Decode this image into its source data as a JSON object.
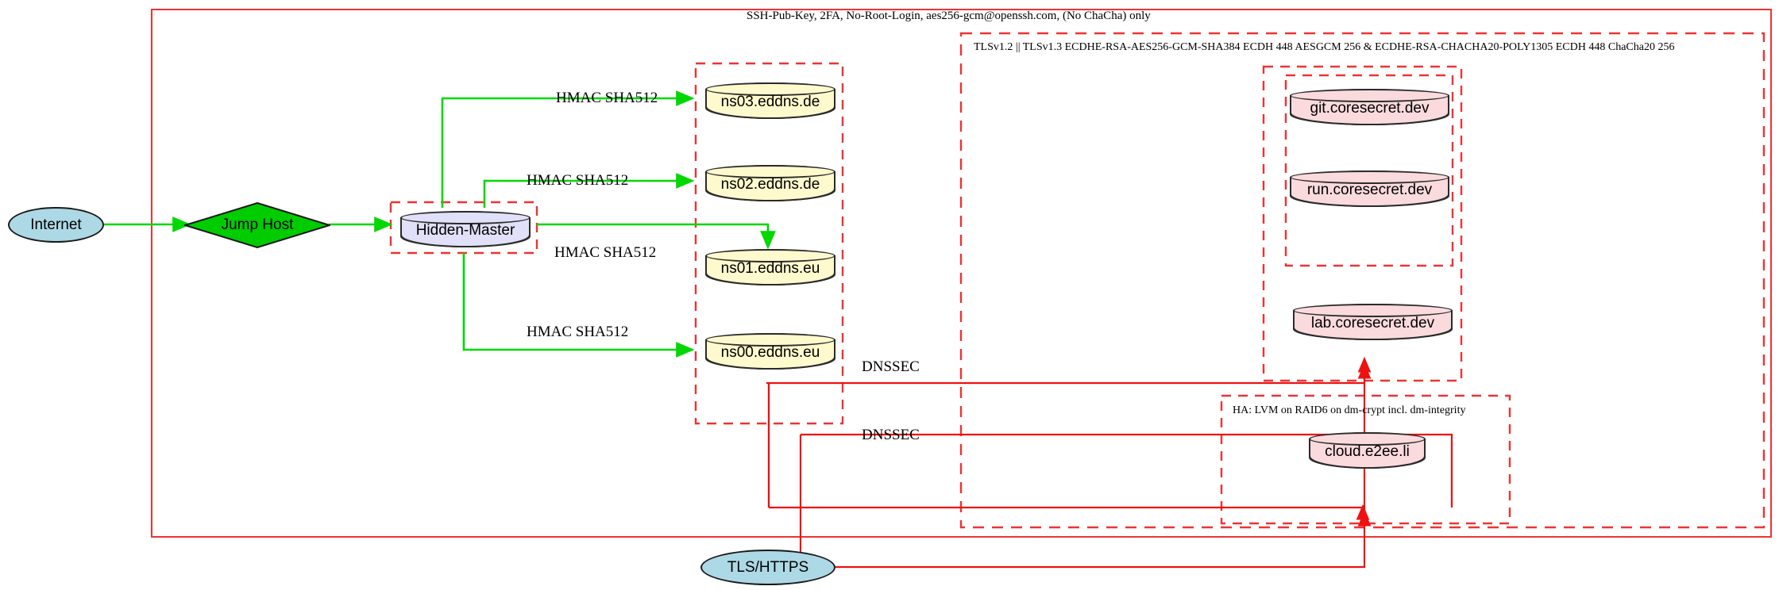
{
  "diagram": {
    "title_label": "SSH-Pub-Key, 2FA, No-Root-Login, aes256-gcm@openssh.com, (No ChaCha) only",
    "colors": {
      "cluster_border": "#ee3333",
      "edge_green": "#00d800",
      "edge_red": "#ee1111",
      "node_blue": "#add8e6",
      "node_green": "#00cc00",
      "node_yellow": "#fffacd",
      "node_pink": "#fadadd",
      "node_lavender": "#e0e0f8",
      "stroke": "#2b2b2b"
    }
  },
  "clusters": {
    "outer_ssh": {
      "label": "SSH-Pub-Key, 2FA, No-Root-Login, aes256-gcm@openssh.com, (No ChaCha) only"
    },
    "tls": {
      "label": "TLSv1.2 || TLSv1.3 ECDHE-RSA-AES256-GCM-SHA384 ECDH 448 AESGCM 256 & ECDHE-RSA-CHACHA20-POLY1305 ECDH 448 ChaCha20 256"
    },
    "ha": {
      "label": "HA: LVM on RAID6 on dm-crypt incl. dm-integrity"
    },
    "hidden_master_box": {
      "label": ""
    },
    "nameservers_box": {
      "label": ""
    },
    "coresecret_box": {
      "label": ""
    },
    "coresecret_inner_box": {
      "label": ""
    },
    "cloud_box": {
      "label": ""
    }
  },
  "nodes": {
    "internet": {
      "label": "Internet",
      "shape": "ellipse",
      "fill": "#add8e6"
    },
    "jump_host": {
      "label": "Jump Host",
      "shape": "diamond",
      "fill": "#00cc00"
    },
    "hidden_master": {
      "label": "Hidden-Master",
      "shape": "cylinder",
      "fill": "#e0e0f8"
    },
    "ns03": {
      "label": "ns03.eddns.de",
      "shape": "cylinder",
      "fill": "#fffacd"
    },
    "ns02": {
      "label": "ns02.eddns.de",
      "shape": "cylinder",
      "fill": "#fffacd"
    },
    "ns01": {
      "label": "ns01.eddns.eu",
      "shape": "cylinder",
      "fill": "#fffacd"
    },
    "ns00": {
      "label": "ns00.eddns.eu",
      "shape": "cylinder",
      "fill": "#fffacd"
    },
    "git": {
      "label": "git.coresecret.dev",
      "shape": "cylinder",
      "fill": "#fadadd"
    },
    "run": {
      "label": "run.coresecret.dev",
      "shape": "cylinder",
      "fill": "#fadadd"
    },
    "lab": {
      "label": "lab.coresecret.dev",
      "shape": "cylinder",
      "fill": "#fadadd"
    },
    "cloud": {
      "label": "cloud.e2ee.li",
      "shape": "cylinder",
      "fill": "#fadadd"
    },
    "tls_https": {
      "label": "TLS/HTTPS",
      "shape": "ellipse",
      "fill": "#add8e6"
    }
  },
  "edge_labels": {
    "hmac_ns03": "HMAC SHA512",
    "hmac_ns02": "HMAC SHA512",
    "hmac_ns01": "HMAC SHA512",
    "hmac_ns00": "HMAC SHA512",
    "dnssec_upper": "DNSSEC",
    "dnssec_lower": "DNSSEC"
  }
}
